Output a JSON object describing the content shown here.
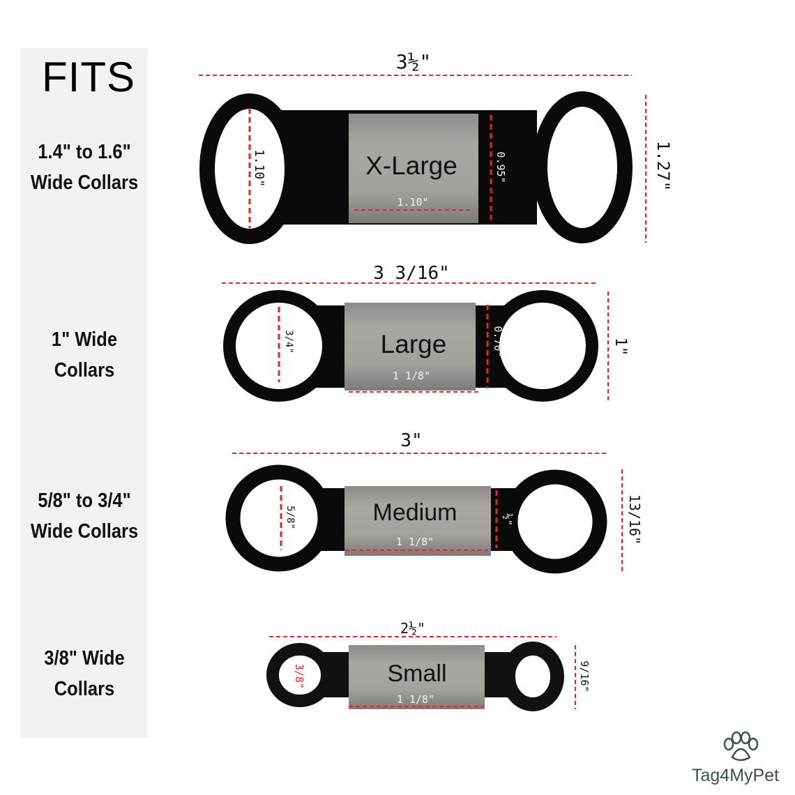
{
  "fits": {
    "title": "FITS",
    "rows": [
      {
        "line1": "1.4\" to 1.6\"",
        "line2": "Wide Collars"
      },
      {
        "line1": "1\" Wide",
        "line2": "Collars"
      },
      {
        "line1": "5/8\" to 3/4\"",
        "line2": "Wide Collars"
      },
      {
        "line1": "3/8\" Wide",
        "line2": "Collars"
      }
    ]
  },
  "tags": [
    {
      "name": "X-Large",
      "total_length": "3½\"",
      "height": "1.27\"",
      "plate_width": "1.10\"",
      "plate_height": "0.95\"",
      "ring_inner": "1.10\""
    },
    {
      "name": "Large",
      "total_length": "3 3/16\"",
      "height": "1\"",
      "plate_width": "1 1/8\"",
      "plate_height": "0.70\"",
      "ring_inner": "3/4\""
    },
    {
      "name": "Medium",
      "total_length": "3\"",
      "height": "13/16\"",
      "plate_width": "1 1/8\"",
      "plate_height": "½\"",
      "ring_inner": "5/8\""
    },
    {
      "name": "Small",
      "total_length": "2½\"",
      "height": "9/16\"",
      "plate_width": "1 1/8\"",
      "ring_inner": "3/8\""
    }
  ],
  "brand": {
    "name": "Tag4MyPet",
    "icon": "paw-icon"
  },
  "colors": {
    "dimension": "#e8232a",
    "panel": "#f2f2f2",
    "band": "#0a0a0a",
    "brand": "#3d4f4f"
  }
}
